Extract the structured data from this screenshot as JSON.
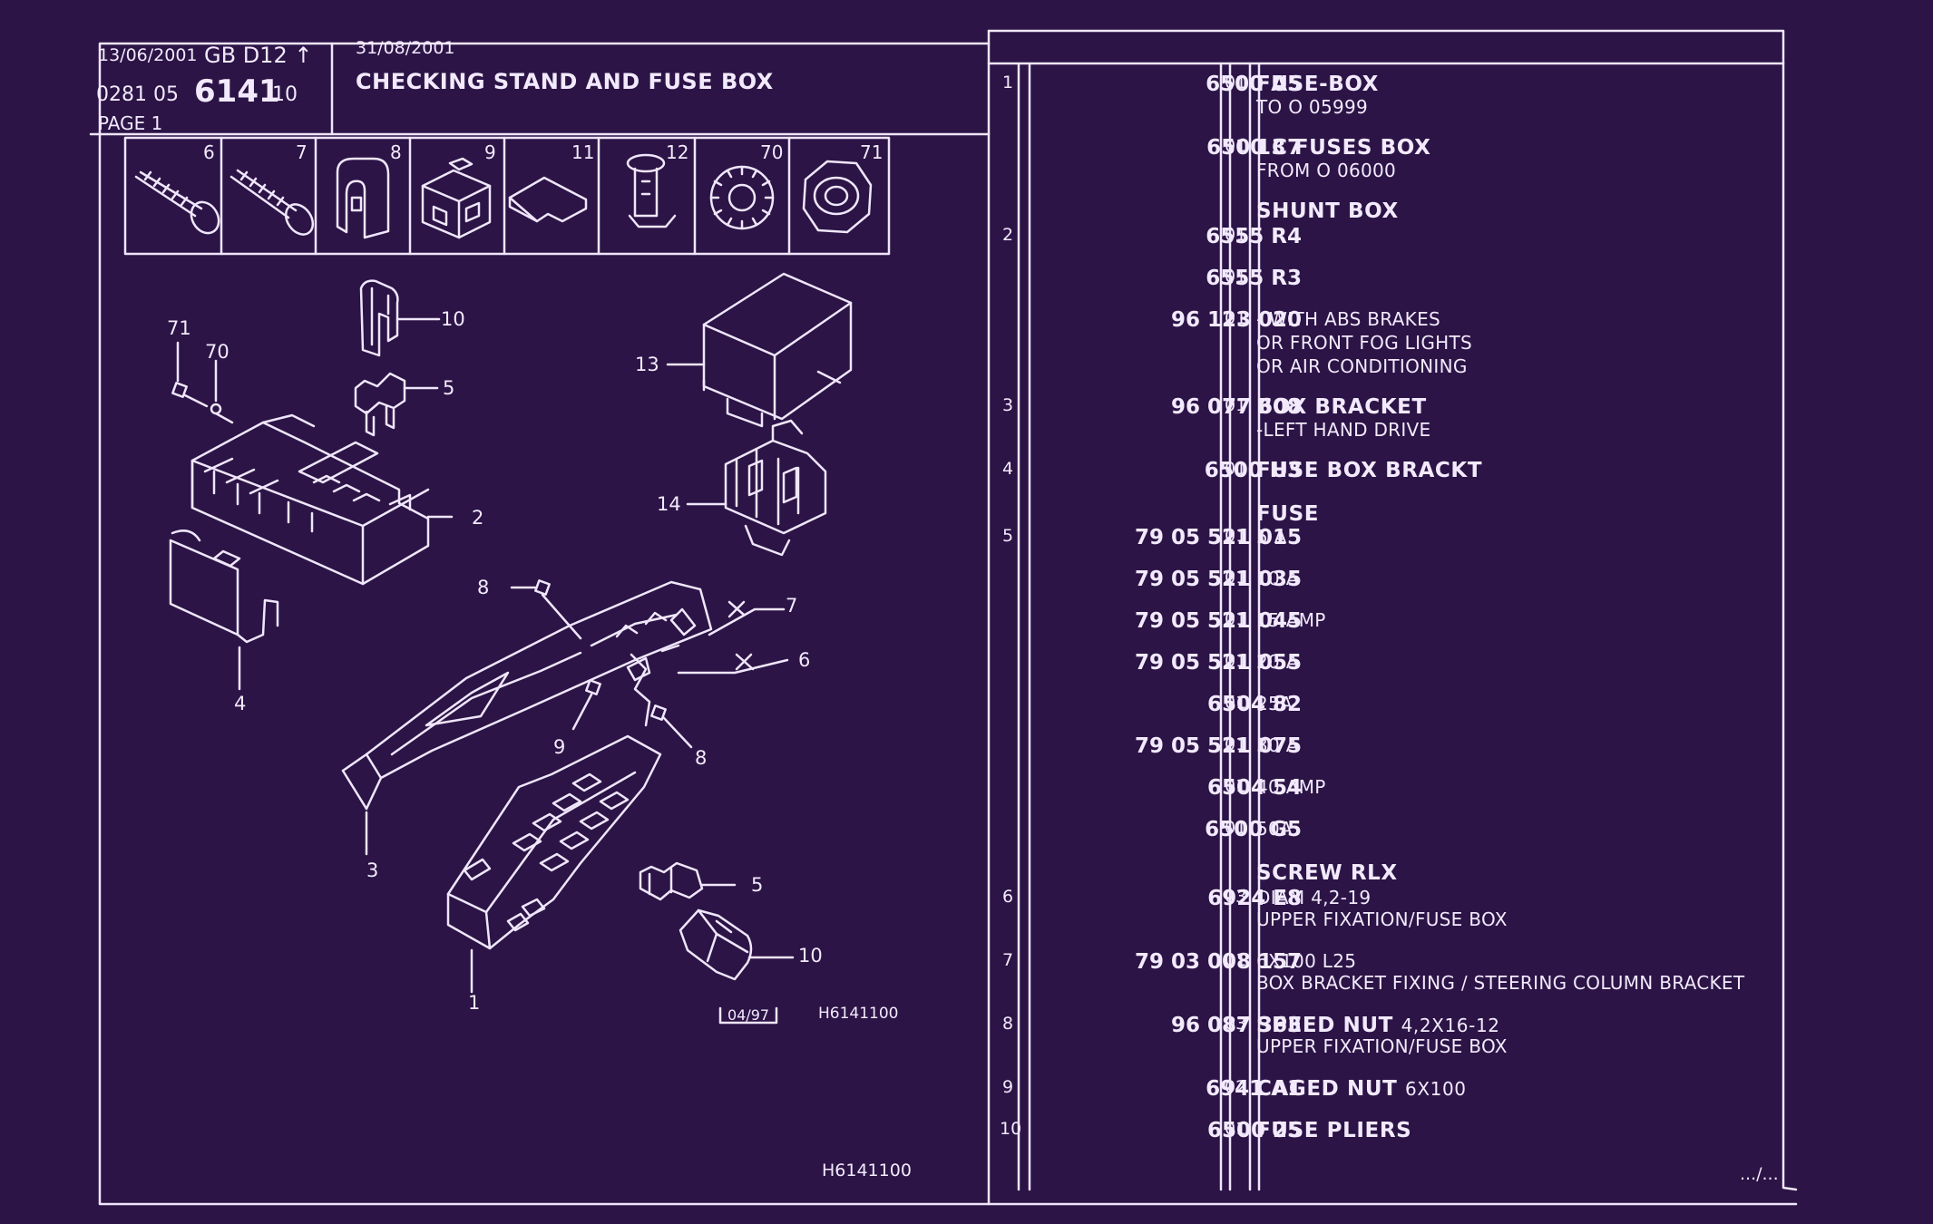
{
  "header": {
    "issue_date": "13/06/2001",
    "region_code": "GB D12",
    "arrow": "↑",
    "doc_prefix": "0281 05",
    "doc_number": "6141",
    "doc_suffix": "10",
    "page_label": "PAGE 1",
    "revision_date": "31/08/2001",
    "title": "CHECKING STAND AND FUSE BOX"
  },
  "hardware_icons": [
    "6",
    "7",
    "8",
    "9",
    "11",
    "12",
    "70",
    "71"
  ],
  "callouts": [
    "71",
    "70",
    "10",
    "5",
    "2",
    "13",
    "14",
    "4",
    "8",
    "7",
    "6",
    "9",
    "8",
    "3",
    "5",
    "10",
    "1"
  ],
  "diagram_footer": {
    "box_date": "04/97",
    "code": "H6141100",
    "bottom_code": "H6141100"
  },
  "parts": [
    {
      "item": "1",
      "ref": "6500 A5",
      "qty": "01",
      "desc": "FUSE-BOX",
      "notes": [
        "TO  O  05999"
      ]
    },
    {
      "item": "",
      "ref": "6500 C7",
      "qty": "01",
      "desc": "13 FUSES BOX",
      "notes": [
        "FROM  O  06000"
      ]
    },
    {
      "item": "",
      "ref": "",
      "qty": "",
      "desc": "SHUNT BOX",
      "notes": []
    },
    {
      "item": "2",
      "ref": "6555 R4",
      "qty": "01",
      "desc": "",
      "notes": []
    },
    {
      "item": "",
      "ref": "6555 R3",
      "qty": "01",
      "desc": "",
      "notes": []
    },
    {
      "item": "",
      "ref": "96 123 020",
      "qty": "01",
      "desc": "",
      "notes": [
        "-      WITH ABS BRAKES",
        "OR FRONT FOG LIGHTS",
        "OR AIR CONDITIONING"
      ]
    },
    {
      "item": "3",
      "ref": "96 077 608",
      "qty": "01",
      "desc": "BOX BRACKET",
      "notes": [
        "-LEFT HAND DRIVE"
      ]
    },
    {
      "item": "4",
      "ref": "6500 H3",
      "qty": "01",
      "desc": "FUSE BOX BRACKT",
      "notes": []
    },
    {
      "item": "",
      "ref": "",
      "qty": "",
      "desc": "FUSE",
      "notes": []
    },
    {
      "item": "5",
      "ref": "79 05 521 015",
      "qty": "01",
      "desc": "",
      "notes": [
        "5 A"
      ]
    },
    {
      "item": "",
      "ref": "79 05 521 035",
      "qty": "01",
      "desc": "",
      "notes": [
        "10 A"
      ]
    },
    {
      "item": "",
      "ref": "79 05 521 045",
      "qty": "01",
      "desc": "",
      "notes": [
        "15 AMP"
      ]
    },
    {
      "item": "",
      "ref": "79 05 521 055",
      "qty": "01",
      "desc": "",
      "notes": [
        "20 A"
      ]
    },
    {
      "item": "",
      "ref": "6504 82",
      "qty": "01",
      "desc": "",
      "notes": [
        "25A"
      ]
    },
    {
      "item": "",
      "ref": "79 05 521 075",
      "qty": "01",
      "desc": "",
      "notes": [
        "30 A"
      ]
    },
    {
      "item": "",
      "ref": "6504 54",
      "qty": "01",
      "desc": "",
      "notes": [
        "40 AMP"
      ]
    },
    {
      "item": "",
      "ref": "6500 G5",
      "qty": "01",
      "desc": "",
      "notes": [
        "50A"
      ]
    },
    {
      "item": "",
      "ref": "",
      "qty": "",
      "desc": "SCREW RLX",
      "notes": []
    },
    {
      "item": "6",
      "ref": "6924 E8",
      "qty": "03",
      "desc": "",
      "notes": [
        "DIAM 4,2-19",
        "UPPER FIXATION/FUSE BOX"
      ]
    },
    {
      "item": "7",
      "ref": "79 03 008 157",
      "qty": "01",
      "desc": "",
      "notes": [
        "6X100 L25",
        "BOX BRACKET FIXING / STEERING COLUMN BRACKET"
      ]
    },
    {
      "item": "8",
      "ref": "96 087 363",
      "qty": "03",
      "desc": "SPEED NUT",
      "desc_suffix": "4,2X16-12",
      "notes": [
        "UPPER FIXATION/FUSE BOX"
      ]
    },
    {
      "item": "9",
      "ref": "6941 A1",
      "qty": "02",
      "desc": "CAGED NUT",
      "desc_suffix": "6X100",
      "notes": []
    },
    {
      "item": "10",
      "ref": "6500 25",
      "qty": "01",
      "desc": "FUSE PLIERS",
      "notes": []
    }
  ],
  "continuation": ".../..."
}
